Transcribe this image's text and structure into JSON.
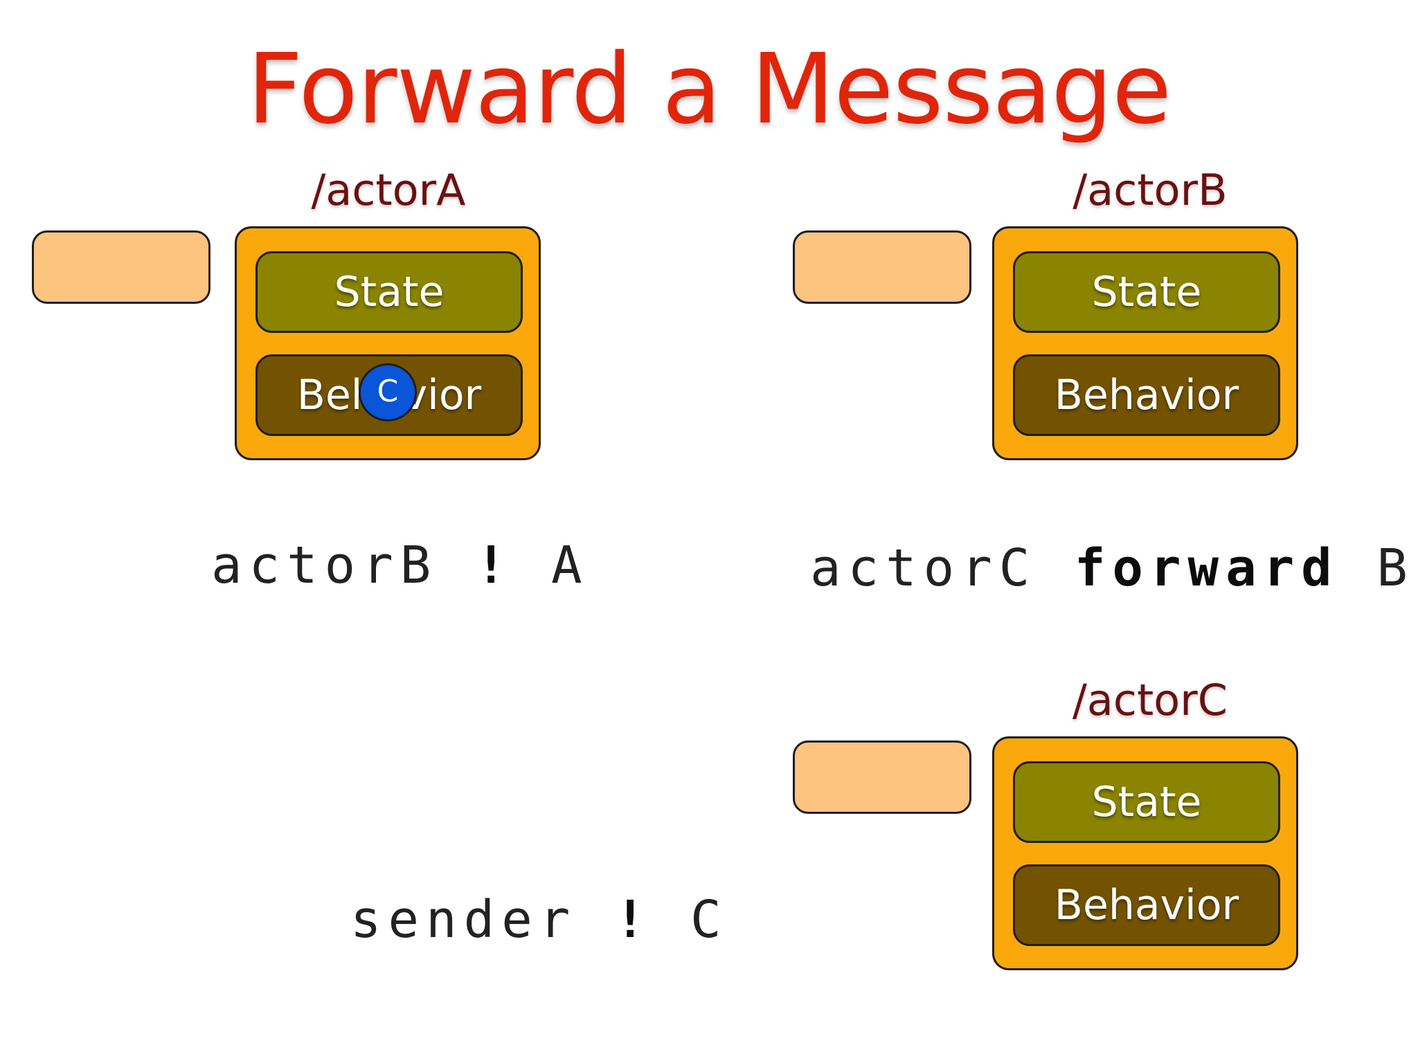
{
  "title": "Forward a Message",
  "actors": [
    {
      "path": "/actorA",
      "state_label": "State",
      "behavior_label": "Behavior"
    },
    {
      "path": "/actorB",
      "state_label": "State",
      "behavior_label": "Behavior"
    },
    {
      "path": "/actorC",
      "state_label": "State",
      "behavior_label": "Behavior"
    }
  ],
  "code": {
    "line1": {
      "target": "actorB",
      "op": "!",
      "msg": "A"
    },
    "line2": {
      "target": "actorC",
      "op": "forward",
      "msg": "B"
    },
    "line3": {
      "target": "sender",
      "op": "!",
      "msg": "C"
    }
  },
  "message": {
    "label": "C",
    "color": "#0a55d8"
  },
  "colors": {
    "title": "#e0250b",
    "actor_label": "#6a1010",
    "mailbox": "#fdc47f",
    "actor_box": "#fba80c",
    "state": "#8a8400",
    "behavior": "#735301"
  }
}
